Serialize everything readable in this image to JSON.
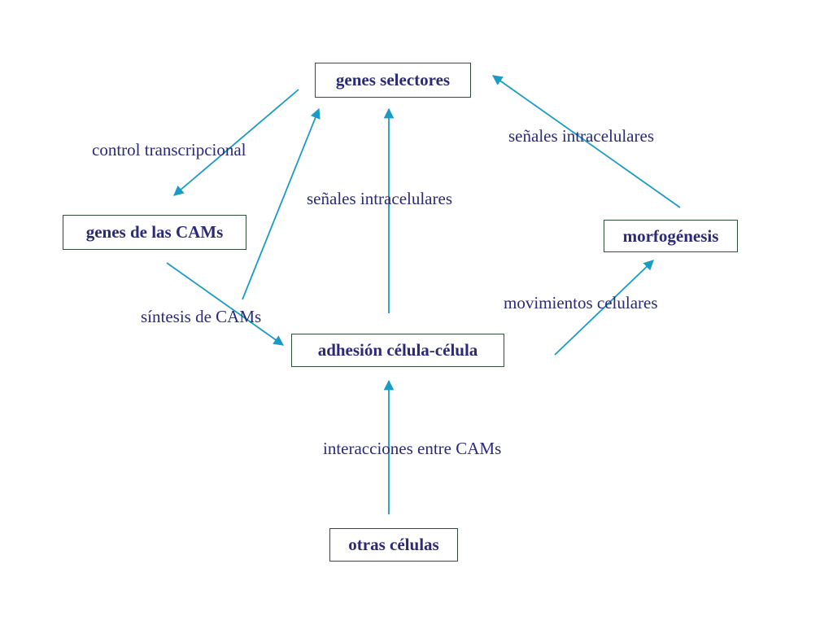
{
  "diagram": {
    "nodes": {
      "genes_selectores": "genes selectores",
      "genes_cams": "genes de las CAMs",
      "morfogenesis": "morfogénesis",
      "adhesion": "adhesión célula-célula",
      "otras_celulas": "otras células"
    },
    "edge_labels": {
      "control_transcripcional": "control transcripcional",
      "senales_intracelulares_right": "señales intracelulares",
      "senales_intracelulares_center": "señales intracelulares",
      "sintesis_cams": "síntesis de CAMs",
      "movimientos_celulares": "movimientos celulares",
      "interacciones_cams": "interacciones entre CAMs"
    },
    "colors": {
      "arrow": "#1a9bc4",
      "node_text": "#2a2a78",
      "node_border": "#2f4f3a",
      "label_text": "#2a2a78"
    }
  }
}
